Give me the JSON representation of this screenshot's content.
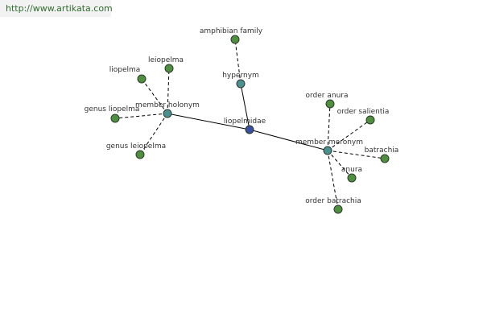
{
  "header": {
    "url": "http://www.artikata.com"
  },
  "colors": {
    "center": "#3a4fa0",
    "relation": "#4a9090",
    "leaf": "#4f8f3f",
    "node_stroke": "#2b3b2b"
  },
  "graph": {
    "nodes": [
      {
        "id": "liopelmidae",
        "label": "liopelmidae",
        "kind": "center"
      },
      {
        "id": "hypernym",
        "label": "hypernym",
        "kind": "relation"
      },
      {
        "id": "member-holonym",
        "label": "member holonym",
        "kind": "relation"
      },
      {
        "id": "member-meronym",
        "label": "member meronym",
        "kind": "relation"
      },
      {
        "id": "amphibian-family",
        "label": "amphibian family",
        "kind": "leaf"
      },
      {
        "id": "liopelma",
        "label": "liopelma",
        "kind": "leaf"
      },
      {
        "id": "leiopelma",
        "label": "leiopelma",
        "kind": "leaf"
      },
      {
        "id": "genus-liopelma",
        "label": "genus liopelma",
        "kind": "leaf"
      },
      {
        "id": "genus-leiopelma",
        "label": "genus leiopelma",
        "kind": "leaf"
      },
      {
        "id": "order-anura",
        "label": "order anura",
        "kind": "leaf"
      },
      {
        "id": "order-salientia",
        "label": "order salientia",
        "kind": "leaf"
      },
      {
        "id": "batrachia",
        "label": "batrachia",
        "kind": "leaf"
      },
      {
        "id": "anura",
        "label": "anura",
        "kind": "leaf"
      },
      {
        "id": "order-batrachia",
        "label": "order batrachia",
        "kind": "leaf"
      }
    ],
    "edges": [
      {
        "from": "liopelmidae",
        "to": "hypernym",
        "style": "solid"
      },
      {
        "from": "liopelmidae",
        "to": "member-holonym",
        "style": "solid"
      },
      {
        "from": "liopelmidae",
        "to": "member-meronym",
        "style": "solid"
      },
      {
        "from": "hypernym",
        "to": "amphibian-family",
        "style": "dashed"
      },
      {
        "from": "member-holonym",
        "to": "liopelma",
        "style": "dashed"
      },
      {
        "from": "member-holonym",
        "to": "leiopelma",
        "style": "dashed"
      },
      {
        "from": "member-holonym",
        "to": "genus-liopelma",
        "style": "dashed"
      },
      {
        "from": "member-holonym",
        "to": "genus-leiopelma",
        "style": "dashed"
      },
      {
        "from": "member-meronym",
        "to": "order-anura",
        "style": "dashed"
      },
      {
        "from": "member-meronym",
        "to": "order-salientia",
        "style": "dashed"
      },
      {
        "from": "member-meronym",
        "to": "batrachia",
        "style": "dashed"
      },
      {
        "from": "member-meronym",
        "to": "anura",
        "style": "dashed"
      },
      {
        "from": "member-meronym",
        "to": "order-batrachia",
        "style": "dashed"
      }
    ]
  }
}
